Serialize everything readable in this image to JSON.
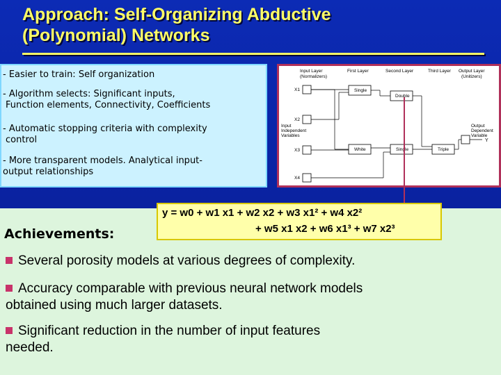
{
  "title": {
    "line1": "Approach: Self-Organizing Abductive",
    "line2": "(Polynomial) Networks"
  },
  "bullets": [
    "- Easier to train: Self organization",
    "- Algorithm selects: Significant inputs,",
    "  Function elements, Connectivity, Coefficients",
    "- Automatic stopping criteria with complexity",
    "  control",
    "- More transparent models. Analytical input-",
    "output relationships"
  ],
  "diagram": {
    "headers": {
      "input_layer": "Input Layer",
      "input_normalizers": "(Normalizers)",
      "first_layer": "First Layer",
      "second_layer": "Second Layer",
      "third_layer": "Third Layer",
      "output_layer": "Output Layer",
      "output_unitizers": "(Unitizers)"
    },
    "inputs": [
      "X1",
      "X2",
      "X3",
      "X4"
    ],
    "side_labels": {
      "input_independent": [
        "Input",
        "Independent",
        "Variables"
      ],
      "output_dependent": [
        "Output",
        "Dependent",
        "Variable"
      ]
    },
    "nodes": {
      "single_top": "Single",
      "double": "Double",
      "white": "White",
      "single_mid": "Single",
      "triple": "Triple"
    },
    "output": "Y"
  },
  "achievements_label": "Achievements:",
  "equation": {
    "line1": "y = w0 + w1 x1 + w2 x2 + w3 x1² + w4 x2²",
    "line2": "+ w5 x1 x2 + w6 x1³ + w7 x2³"
  },
  "achievements": [
    "Several porosity models at various degrees of complexity.",
    "Accuracy comparable with previous neural network models",
    "obtained using much larger datasets.",
    "Significant reduction in the number of input features",
    "needed."
  ],
  "colors": {
    "background": "#0a24a6",
    "title": "#ffff66",
    "bullet_square": "#c8336a",
    "diagram_border": "#b0305a"
  }
}
